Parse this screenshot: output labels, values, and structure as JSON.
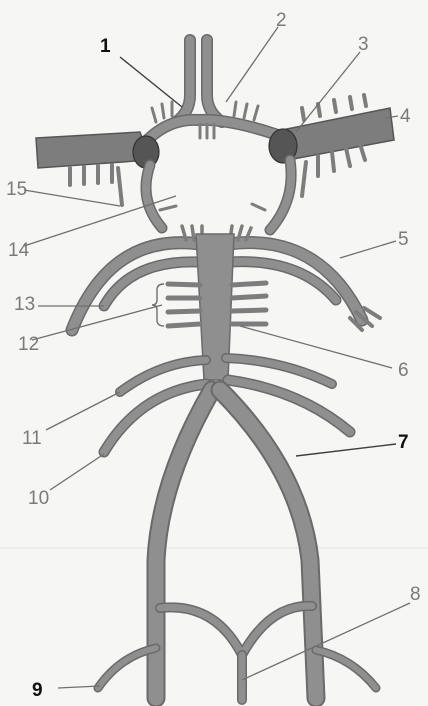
{
  "labels": [
    {
      "id": "1",
      "text": "1"
    },
    {
      "id": "2",
      "text": "2"
    },
    {
      "id": "3",
      "text": "3"
    },
    {
      "id": "4",
      "text": "4"
    },
    {
      "id": "5",
      "text": "5"
    },
    {
      "id": "6",
      "text": "6"
    },
    {
      "id": "7",
      "text": "7"
    },
    {
      "id": "8",
      "text": "8"
    },
    {
      "id": "9",
      "text": "9"
    },
    {
      "id": "10",
      "text": "10"
    },
    {
      "id": "11",
      "text": "11"
    },
    {
      "id": "12",
      "text": "12"
    },
    {
      "id": "13",
      "text": "13"
    },
    {
      "id": "14",
      "text": "14"
    },
    {
      "id": "15",
      "text": "15"
    }
  ],
  "colors": {
    "background": "#f6f6f4",
    "vessel": "#8f8f8f",
    "vessel_outline": "#6a6a6a",
    "label_dark": "#111111",
    "label_light": "#7a7a7a"
  }
}
